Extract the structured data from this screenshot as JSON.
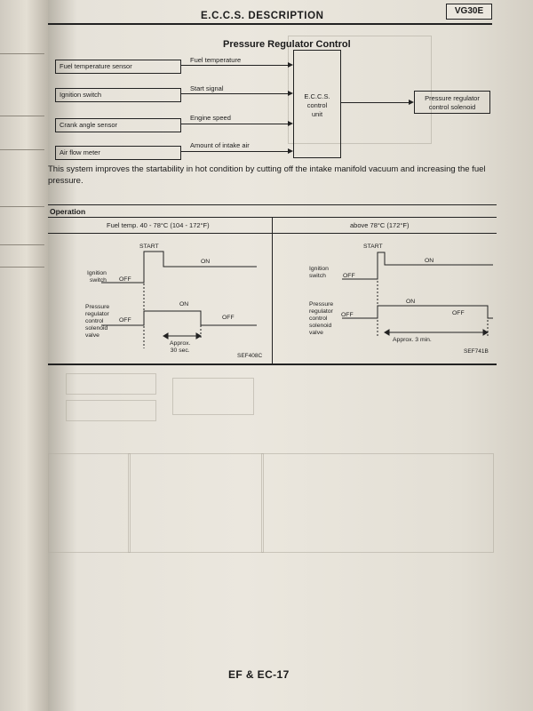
{
  "header": {
    "title": "E.C.C.S. DESCRIPTION",
    "model_code": "VG30E"
  },
  "section": {
    "title": "Pressure Regulator Control"
  },
  "diagram": {
    "inputs": [
      {
        "sensor": "Fuel temperature sensor",
        "signal": "Fuel temperature"
      },
      {
        "sensor": "Ignition switch",
        "signal": "Start signal"
      },
      {
        "sensor": "Crank angle sensor",
        "signal": "Engine speed"
      },
      {
        "sensor": "Air flow meter",
        "signal": "Amount of intake air"
      }
    ],
    "ecu_label": [
      "E.C.C.S.",
      "control",
      "unit"
    ],
    "output": [
      "Pressure regulator",
      "control solenoid"
    ]
  },
  "description": "This system improves the startability in hot condition by cutting off the intake manifold vacuum and increasing the fuel pressure.",
  "operation": {
    "label": "Operation",
    "left": {
      "header": "Fuel temp. 40 - 78°C (104 - 172°F)",
      "start": "START",
      "ign_label": [
        "Ignition",
        "switch"
      ],
      "ign_off": "OFF",
      "ign_on": "ON",
      "sol_label": [
        "Pressure",
        "regulator",
        "control",
        "solenoid",
        "valve"
      ],
      "sol_on": "ON",
      "sol_off_left": "OFF",
      "sol_off_right": "OFF",
      "approx": [
        "Approx.",
        "30 sec."
      ],
      "fig": "SEF408C"
    },
    "right": {
      "header": "above 78°C (172°F)",
      "start": "START",
      "ign_label": [
        "Ignition",
        "switch"
      ],
      "ign_off": "OFF",
      "ign_on": "ON",
      "sol_label": [
        "Pressure",
        "regulator",
        "control",
        "solenoid",
        "valve"
      ],
      "sol_on": "ON",
      "sol_off_left": "OFF",
      "sol_off_right": "OFF",
      "approx": "Approx. 3 min.",
      "fig": "SEF741B"
    }
  },
  "footer": {
    "page_number": "EF & EC-17"
  }
}
